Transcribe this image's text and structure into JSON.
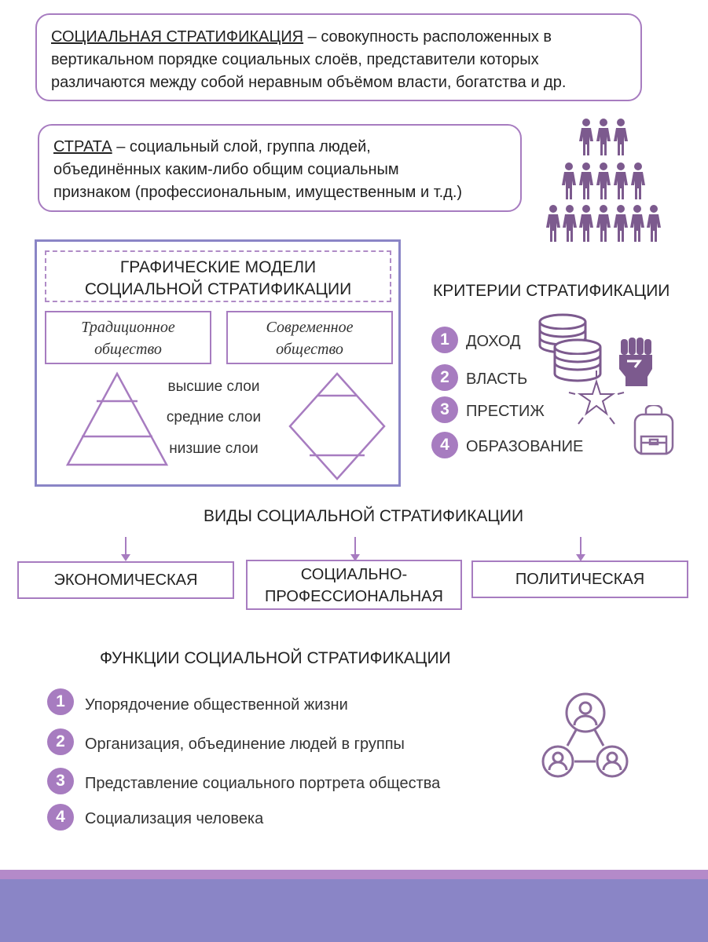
{
  "definitions": {
    "stratification": {
      "term": "СОЦИАЛЬНАЯ СТРАТИФИКАЦИЯ",
      "line1": " – совокупность расположенных в",
      "line2": "вертикальном порядке социальных слоёв, представители которых",
      "line3": "различаются между собой неравным объёмом власти, богатства и др."
    },
    "strata": {
      "term": "СТРАТА",
      "line1": " – социальный слой, группа людей,",
      "line2": "объединённых каким-либо общим социальным",
      "line3": "признаком (профессиональным, имущественным и т.д.)"
    }
  },
  "models": {
    "title_line1": "ГРАФИЧЕСКИЕ МОДЕЛИ",
    "title_line2": "СОЦИАЛЬНОЙ СТРАТИФИКАЦИИ",
    "traditional_line1": "Традиционное",
    "traditional_line2": "общество",
    "modern_line1": "Современное",
    "modern_line2": "общество",
    "layers": [
      "высшие слои",
      "средние слои",
      "низшие слои"
    ]
  },
  "criteria": {
    "title": "КРИТЕРИИ СТРАТИФИКАЦИИ",
    "items": [
      {
        "num": "1",
        "label": "ДОХОД",
        "icon": "coins-icon"
      },
      {
        "num": "2",
        "label": "ВЛАСТЬ",
        "icon": "fist-icon"
      },
      {
        "num": "3",
        "label": "ПРЕСТИЖ",
        "icon": "star-icon"
      },
      {
        "num": "4",
        "label": "ОБРАЗОВАНИЕ",
        "icon": "backpack-icon"
      }
    ]
  },
  "types": {
    "title": "ВИДЫ СОЦИАЛЬНОЙ СТРАТИФИКАЦИИ",
    "items": [
      "ЭКОНОМИЧЕСКАЯ",
      "СОЦИАЛЬНО-",
      "ПРОФЕССИОНАЛЬНАЯ",
      "ПОЛИТИЧЕСКАЯ"
    ]
  },
  "functions": {
    "title": "ФУНКЦИИ СОЦИАЛЬНОЙ СТРАТИФИКАЦИИ",
    "items": [
      {
        "num": "1",
        "label": "Упорядочение общественной жизни"
      },
      {
        "num": "2",
        "label": "Организация, объединение людей в группы"
      },
      {
        "num": "3",
        "label": "Представление социального портрета общества"
      },
      {
        "num": "4",
        "label": "Социализация человека"
      }
    ]
  },
  "colors": {
    "accent": "#a77cc0",
    "frame": "#8a85c6",
    "icon": "#7c5a8e"
  }
}
